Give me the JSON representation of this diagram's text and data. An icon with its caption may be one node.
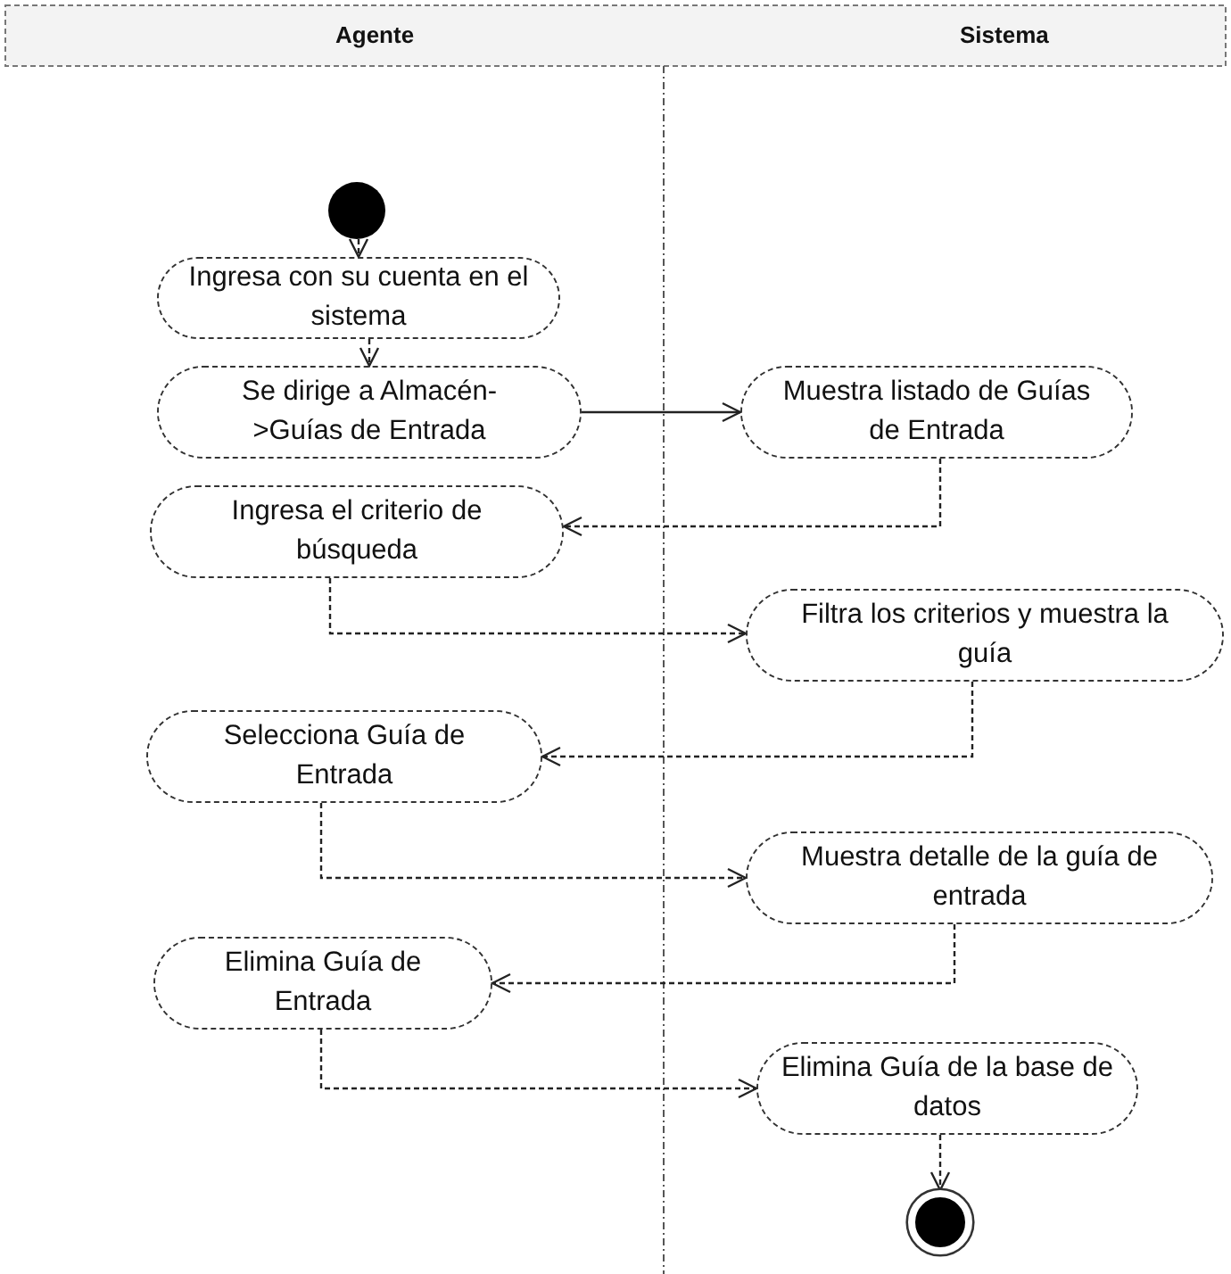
{
  "diagram": {
    "nodes": [
      {
        "text": [],
        "shape": "circle"
      },
      {
        "text": [
          "Ingresa con su cuenta en el sistema"
        ]
      },
      {
        "text": [
          "Se dirige a Almacén- >Guías de Entrada"
        ]
      },
      {
        "text": [
          "Muestra listado de Guías de Entrada"
        ]
      },
      {
        "text": [
          "Ingresa el criterio de búsqueda"
        ]
      },
      {
        "text": [
          "Filtra los criterios y muestra la guía"
        ]
      },
      {
        "text": [
          "Selecciona Guía de Entrada"
        ]
      },
      {
        "text": [
          "Muestra detalle de la guía de entrada"
        ]
      },
      {
        "text": [
          "Elimina Guía de Entrada"
        ]
      },
      {
        "text": [
          "Elimina Guía de la base de datos"
        ]
      },
      {
        "text": [],
        "shape": "bullseye"
      }
    ],
    "edges": [
      {
        "from": 0,
        "to": 1,
        "arrow": "to",
        "style": "dashed"
      },
      {
        "from": 1,
        "to": 2,
        "arrow": "to",
        "style": "dashed"
      },
      {
        "from": 2,
        "to": 3,
        "arrow": "to"
      },
      {
        "from": 3,
        "to": 4,
        "arrow": "to",
        "style": "dashed"
      },
      {
        "from": 4,
        "to": 5,
        "arrow": "to",
        "style": "dashed"
      },
      {
        "from": 5,
        "to": 6,
        "arrow": "to",
        "style": "dashed"
      },
      {
        "from": 6,
        "to": 7,
        "arrow": "to",
        "style": "dashed"
      },
      {
        "from": 7,
        "to": 8,
        "arrow": "to",
        "style": "dashed"
      },
      {
        "from": 8,
        "to": 9,
        "arrow": "to",
        "style": "dashed"
      },
      {
        "from": 9,
        "to": 10,
        "arrow": "to",
        "style": "dashed"
      }
    ],
    "labels": [
      "Agente",
      "Sistema"
    ]
  }
}
